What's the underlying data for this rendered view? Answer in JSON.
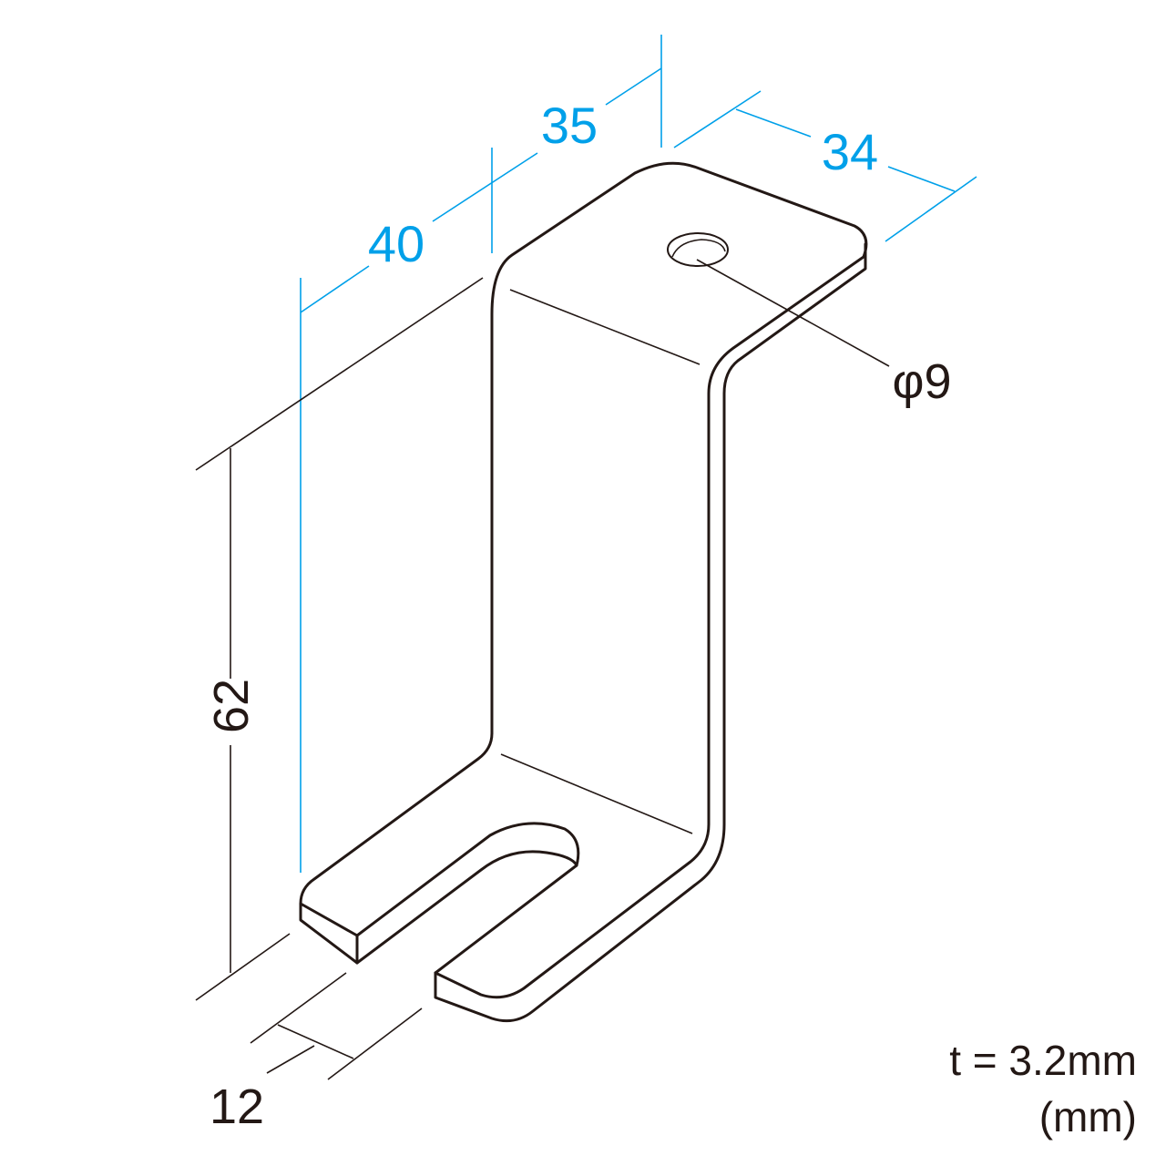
{
  "dimensions": {
    "width_top": "35",
    "depth_upper": "40",
    "depth_flange": "34",
    "height": "62",
    "slot_width": "12",
    "hole_diameter": "φ9"
  },
  "notes": {
    "thickness": "t = 3.2mm",
    "unit": "(mm)"
  },
  "colors": {
    "dimension": "#00a0e9",
    "outline": "#231815"
  }
}
